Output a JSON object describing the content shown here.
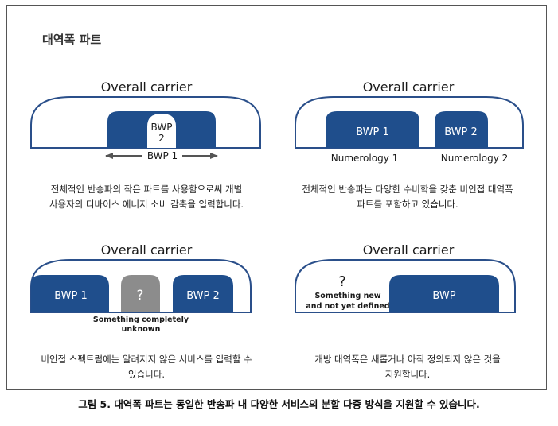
{
  "frame_title": "대역폭 파트",
  "colors": {
    "bwp_fill": "#1f4e8c",
    "outline": "#2a4f8a",
    "unknown_fill": "#8c8c8c"
  },
  "panels": [
    {
      "carrier_label": "Overall carrier",
      "outer_bwp_label": "BWP 1",
      "inner_bwp_label_line1": "BWP",
      "inner_bwp_label_line2": "2",
      "description_line1": "전체적인 반송파의 작은 파트를 사용함으로써 개별",
      "description_line2": "사용자의 디바이스 에너지 소비 감축을 입력합니다."
    },
    {
      "carrier_label": "Overall carrier",
      "bwp1_label": "BWP 1",
      "bwp2_label": "BWP 2",
      "numerology1_label": "Numerology 1",
      "numerology2_label": "Numerology 2",
      "description_line1": "전체적인 반송파는 다양한 수비학을 갖춘 비인접 대역폭",
      "description_line2": "파트를 포함하고 있습니다."
    },
    {
      "carrier_label": "Overall carrier",
      "bwp1_label": "BWP 1",
      "unknown_label": "?",
      "bwp2_label": "BWP 2",
      "unknown_caption_line1": "Something completely",
      "unknown_caption_line2": "unknown",
      "description_line1": "비인접 스펙트럼에는 알려지지 않은 서비스를 입력할 수",
      "description_line2": "있습니다."
    },
    {
      "carrier_label": "Overall carrier",
      "question_label": "?",
      "new_caption_line1": "Something new",
      "new_caption_line2": "and not yet defined",
      "bwp_label": "BWP",
      "description_line1": "개방 대역폭은 새롭거나 아직 정의되지 않은 것을",
      "description_line2": "지원합니다."
    }
  ],
  "caption": "그림 5. 대역폭 파트는 동일한 반송파 내 다양한 서비스의 분할 다중 방식을 지원할 수 있습니다."
}
